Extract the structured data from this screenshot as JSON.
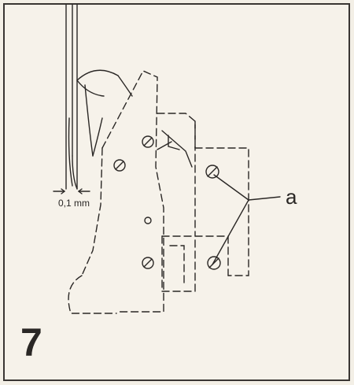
{
  "figure": {
    "number": "7",
    "callout_label": "a",
    "dimension_label": "0,1 mm"
  },
  "colors": {
    "background": "#f6f2ea",
    "ink": "#2a2725",
    "frame": "#3a3633"
  }
}
